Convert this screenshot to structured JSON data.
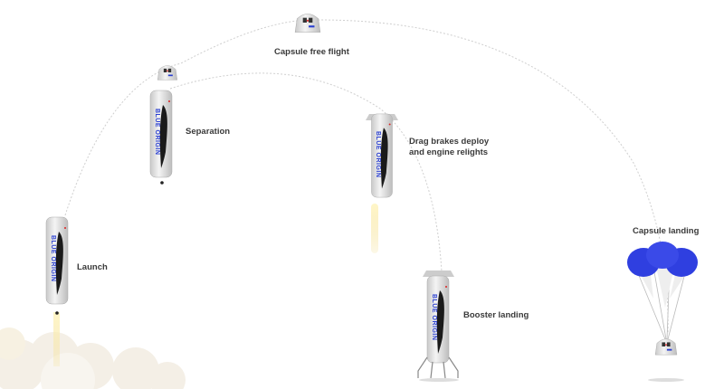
{
  "stages": [
    {
      "id": "launch",
      "label": "Launch"
    },
    {
      "id": "separation",
      "label": "Separation"
    },
    {
      "id": "capsule-free-flight",
      "label": "Capsule free flight"
    },
    {
      "id": "drag-brakes",
      "label_line1": "Drag brakes deploy",
      "label_line2": "and engine relights"
    },
    {
      "id": "booster-landing",
      "label": "Booster landing"
    },
    {
      "id": "capsule-landing",
      "label": "Capsule landing"
    }
  ],
  "rocket_logo_text": "BLUE ORIGIN",
  "colors": {
    "trajectory": "#cfcfcf",
    "rocket_body": "#e4e4e4",
    "logo": "#2a3fd0",
    "parachute": "#2f3fe0",
    "flame": "#f6e7a0",
    "text": "#3a3a3a",
    "smoke": "#f4efe6"
  }
}
